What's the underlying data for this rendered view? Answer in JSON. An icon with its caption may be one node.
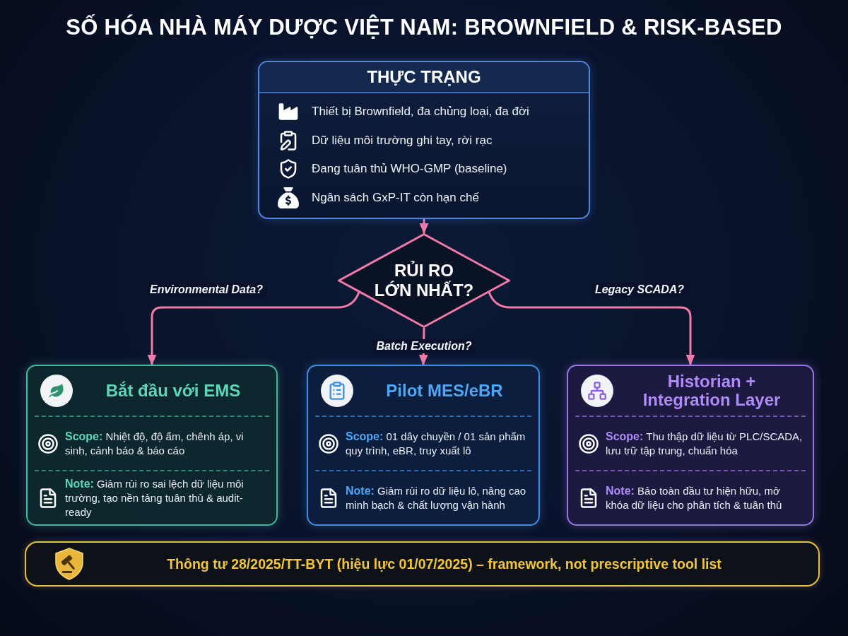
{
  "diagram": {
    "title": "SỐ HÓA NHÀ MÁY DƯỢC VIỆT NAM: BROWNFIELD & RISK-BASED",
    "nodes": [
      {
        "text": [
          "THỰC TRẠNG",
          "Thiết bị Brownfield, đa chủng loại, đa đời",
          "Dữ liệu môi trường ghi tay, rời rạc",
          "Đang tuân thủ WHO-GMP (baseline)",
          "Ngân sách GxP-IT còn hạn chế"
        ]
      },
      {
        "text": [
          "RỦI RO LỚN NHẤT?"
        ]
      },
      {
        "text": [
          "Bắt đầu với EMS",
          "**Scope:** Nhiệt độ, độ ẩm, chênh áp, vi sinh, cảnh báo & báo cáo",
          "**Note:** Giảm rủi ro sai lệch dữ liệu môi trường, tạo nền tảng tuân thủ & audit-ready"
        ]
      },
      {
        "text": [
          "Pilot MES/eBR",
          "**Scope:** 01 dây chuyền / 01 sản phẩm quy trình, eBR, truy xuất lô",
          "**Note:** Giảm rủi ro dữ liệu lô, nâng cao minh bạch & chất lượng vận hành"
        ]
      },
      {
        "text": [
          "Historian + Integration Layer",
          "**Scope:** Thu thập dữ liệu từ PLC/SCADA, lưu trữ tập trung, chuẩn hóa",
          "**Note:** Bảo toàn đầu tư hiện hữu, mở khóa dữ liệu cho phân tích & tuân thủ"
        ]
      },
      {
        "text": [
          "Thông tư 28/2025/TT-BYT (hiệu lực 01/07/2025) – framework, not prescriptive tool list"
        ]
      }
    ],
    "edges": [
      {
        "from": 0,
        "to": 1,
        "arrow": "to"
      },
      {
        "from": 1,
        "to": 2,
        "arrow": "to",
        "label": "Environmental Data?"
      },
      {
        "from": 1,
        "to": 3,
        "arrow": "to",
        "label": "Batch Execution?"
      },
      {
        "from": 1,
        "to": 4,
        "arrow": "to",
        "label": "Legacy SCADA?"
      }
    ]
  }
}
